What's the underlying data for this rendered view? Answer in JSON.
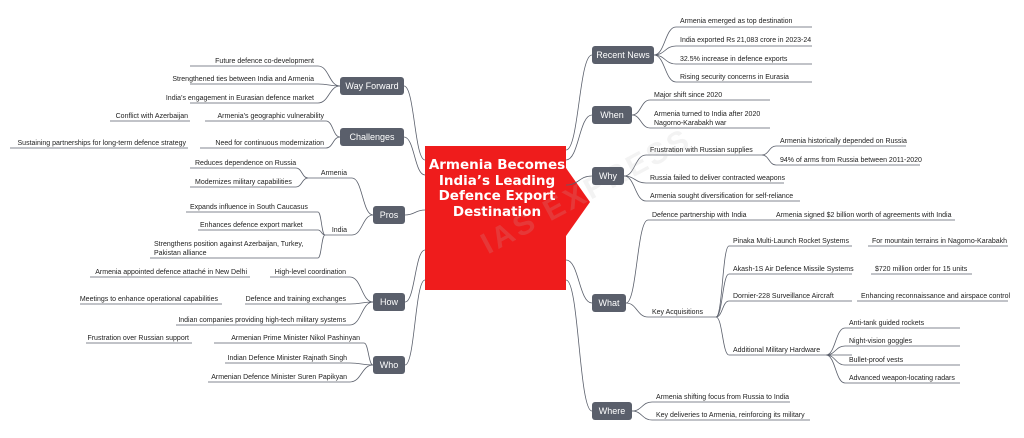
{
  "center": {
    "title": "Armenia Becomes India’s Leading Defence Export Destination"
  },
  "watermark": "IAS EXPRESS",
  "colors": {
    "center": "#ef1c1c",
    "branch": "#5a5f6b",
    "line": "#5a5f6b"
  },
  "recent_news": {
    "label": "Recent News",
    "items": [
      "Armenia emerged as top destination",
      "India exported Rs 21,083 crore in 2023-24",
      "32.5% increase in defence exports",
      "Rising security concerns in Eurasia"
    ]
  },
  "when": {
    "label": "When",
    "items": [
      "Major shift since 2020",
      "Armenia turned to India after 2020",
      "Nagorno-Karabakh war"
    ]
  },
  "why": {
    "label": "Why",
    "frustration": "Frustration with Russian supplies",
    "frustration_items": [
      "Armenia historically depended on Russia",
      "94% of arms from Russia between 2011-2020"
    ],
    "items": [
      "Russia failed to deliver contracted weapons",
      "Armenia sought diversification for self-reliance"
    ]
  },
  "what": {
    "label": "What",
    "partnership": "Defence partnership with India",
    "partnership_detail": "Armenia signed $2 billion worth of agreements with India",
    "acquisitions": "Key Acquisitions",
    "pinaka": "Pinaka Multi-Launch Rocket Systems",
    "pinaka_detail": "For mountain terrains in Nagorno-Karabakh",
    "akash": "Akash-1S Air Defence Missile Systems",
    "akash_detail": "$720 million order for 15 units",
    "dornier": "Dornier-228 Surveillance Aircraft",
    "dornier_detail": "Enhancing reconnaissance and airspace control",
    "hardware": "Additional Military Hardware",
    "hardware_items": [
      "Anti-tank guided rockets",
      "Night-vision goggles",
      "Bullet-proof vests",
      "Advanced weapon-locating radars"
    ]
  },
  "where": {
    "label": "Where",
    "items": [
      "Armenia shifting focus from Russia to India",
      "Key deliveries to Armenia, reinforcing its military"
    ]
  },
  "way_forward": {
    "label": "Way Forward",
    "items": [
      "Future defence co-development",
      "Strengthened ties between India and Armenia",
      "India’s engagement in Eurasian defence market"
    ]
  },
  "challenges": {
    "label": "Challenges",
    "vulnerability": "Armenia’s geographic vulnerability",
    "conflict": "Conflict with Azerbaijan",
    "modernization": "Need for continuous modernization",
    "sustaining": "Sustaining partnerships for long-term defence strategy"
  },
  "pros": {
    "label": "Pros",
    "armenia": "Armenia",
    "armenia_items": [
      "Reduces dependence on Russia",
      "Modernizes military capabilities"
    ],
    "india": "India",
    "india_items": [
      "Expands influence in South Caucasus",
      "Enhances defence export market",
      "Strengthens position against Azerbaijan, Turkey, Pakistan alliance"
    ]
  },
  "how": {
    "label": "How",
    "coordination": "High-level coordination",
    "attache": "Armenia appointed defence attaché in New Delhi",
    "exchanges": "Defence and training exchanges",
    "meetings": "Meetings to enhance operational capabilities",
    "companies": "Indian companies providing high-tech military systems"
  },
  "who": {
    "label": "Who",
    "pm": "Armenian Prime Minister Nikol Pashinyan",
    "frustration": "Frustration over Russian support",
    "items": [
      "Indian Defence Minister Rajnath Singh",
      "Armenian Defence Minister Suren Papikyan"
    ]
  }
}
